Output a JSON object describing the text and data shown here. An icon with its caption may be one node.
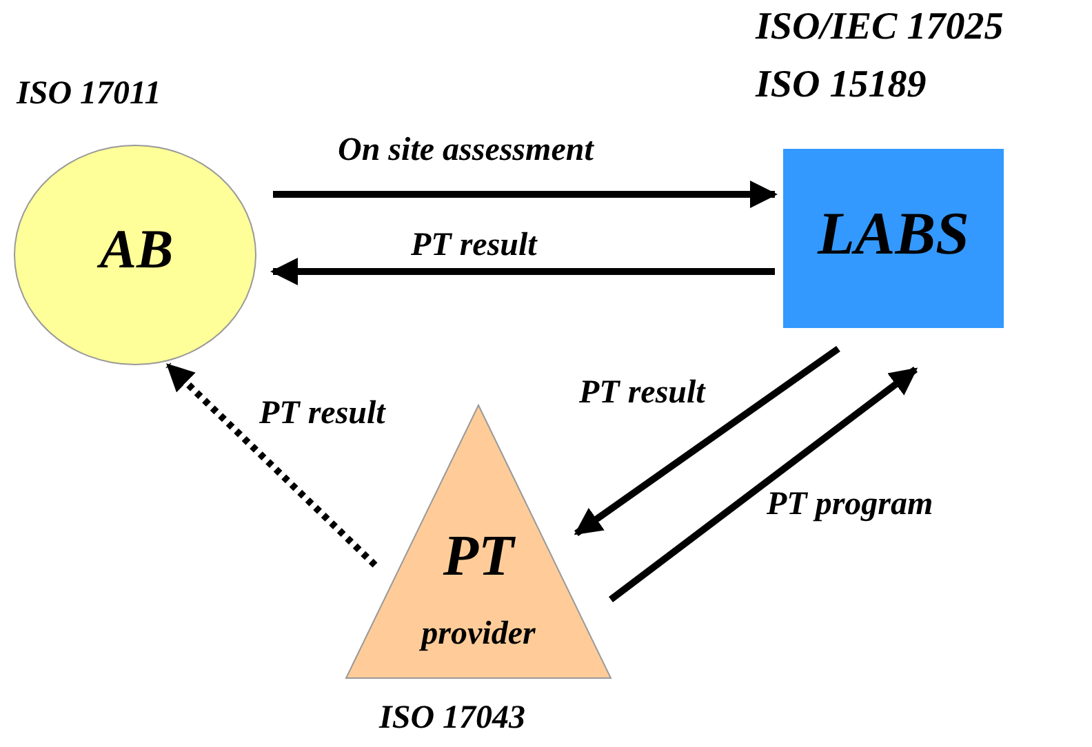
{
  "diagram": {
    "nodes": [
      {
        "text": [
          "AB"
        ],
        "beside": [
          "ISO 17011"
        ]
      },
      {
        "text": [
          "LABS"
        ],
        "beside": [
          "ISO/IEC 17025",
          "ISO 15189"
        ]
      },
      {
        "text": [
          "PT",
          "provider"
        ],
        "beside": [
          "ISO 17043"
        ]
      }
    ],
    "edges": [
      {
        "from": 0,
        "to": 1,
        "arrow": "to",
        "label": "On site assessment"
      },
      {
        "from": 1,
        "to": 0,
        "arrow": "to",
        "label": "PT result"
      },
      {
        "from": 2,
        "to": 0,
        "arrow": "to",
        "label": "PT result",
        "style": "dashed"
      },
      {
        "from": 1,
        "to": 2,
        "arrow": "to",
        "label": "PT result"
      },
      {
        "from": 2,
        "to": 1,
        "arrow": "to",
        "label": "PT program"
      }
    ]
  }
}
